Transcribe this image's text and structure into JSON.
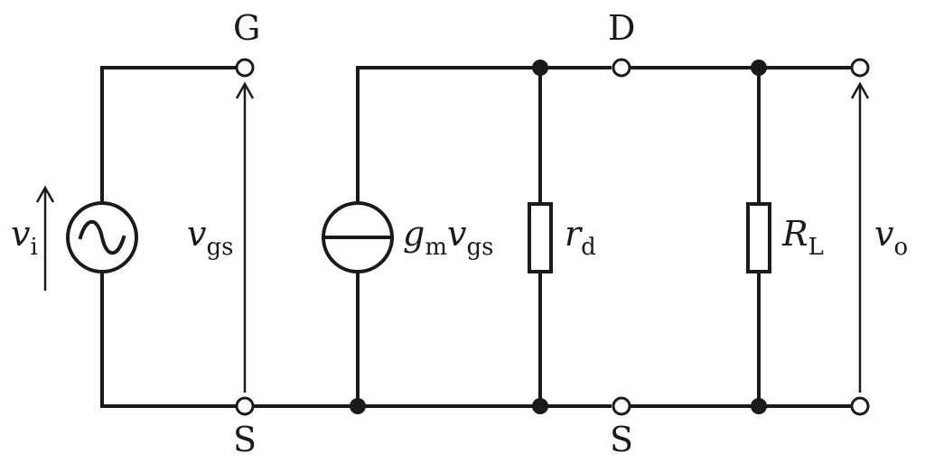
{
  "labels": {
    "gate": "G",
    "drain": "D",
    "source_left": "S",
    "source_right": "S",
    "vi_main": "v",
    "vi_sub": "i",
    "vgs_main": "v",
    "vgs_sub": "gs",
    "gm_main": "g",
    "gm_sub": "m",
    "gm_v": "v",
    "gm_vsub": "gs",
    "rd_main": "r",
    "rd_sub": "d",
    "rl_main": "R",
    "rl_sub": "L",
    "vo_main": "v",
    "vo_sub": "o"
  },
  "colors": {
    "line": "#1a1a1a",
    "background": "#ffffff"
  }
}
